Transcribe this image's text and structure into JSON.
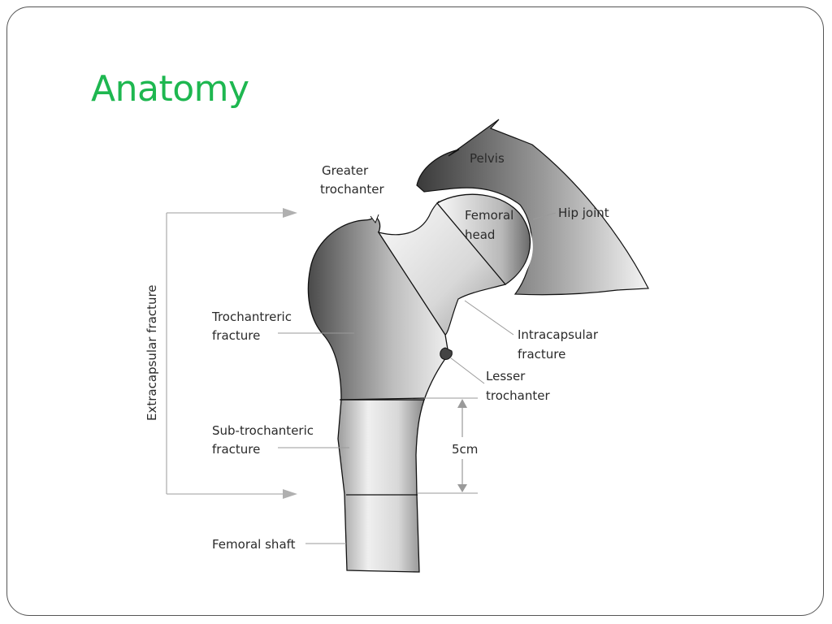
{
  "slide": {
    "title": "Anatomy"
  },
  "diagram": {
    "labels": {
      "pelvis": "Pelvis",
      "greater_trochanter": [
        "Greater",
        "trochanter"
      ],
      "femoral_head": [
        "Femoral",
        "head"
      ],
      "hip_joint": "Hip joint",
      "trochantreric_fracture": [
        "Trochantreric",
        "fracture"
      ],
      "intracapsular_fracture": [
        "Intracapsular",
        "fracture"
      ],
      "lesser_trochanter": [
        "Lesser",
        "trochanter"
      ],
      "sub_trochanteric_fracture": [
        "Sub-trochanteric",
        "fracture"
      ],
      "measurement": "5cm",
      "femoral_shaft": "Femoral shaft",
      "extracapsular_fracture": "Extracapsular fracture"
    },
    "colors": {
      "title": "#1eb750",
      "bone_dark": "#4a4a4a",
      "bone_light": "#f2f2f2",
      "outline": "#111111",
      "leader": "#9a9a9a"
    }
  }
}
